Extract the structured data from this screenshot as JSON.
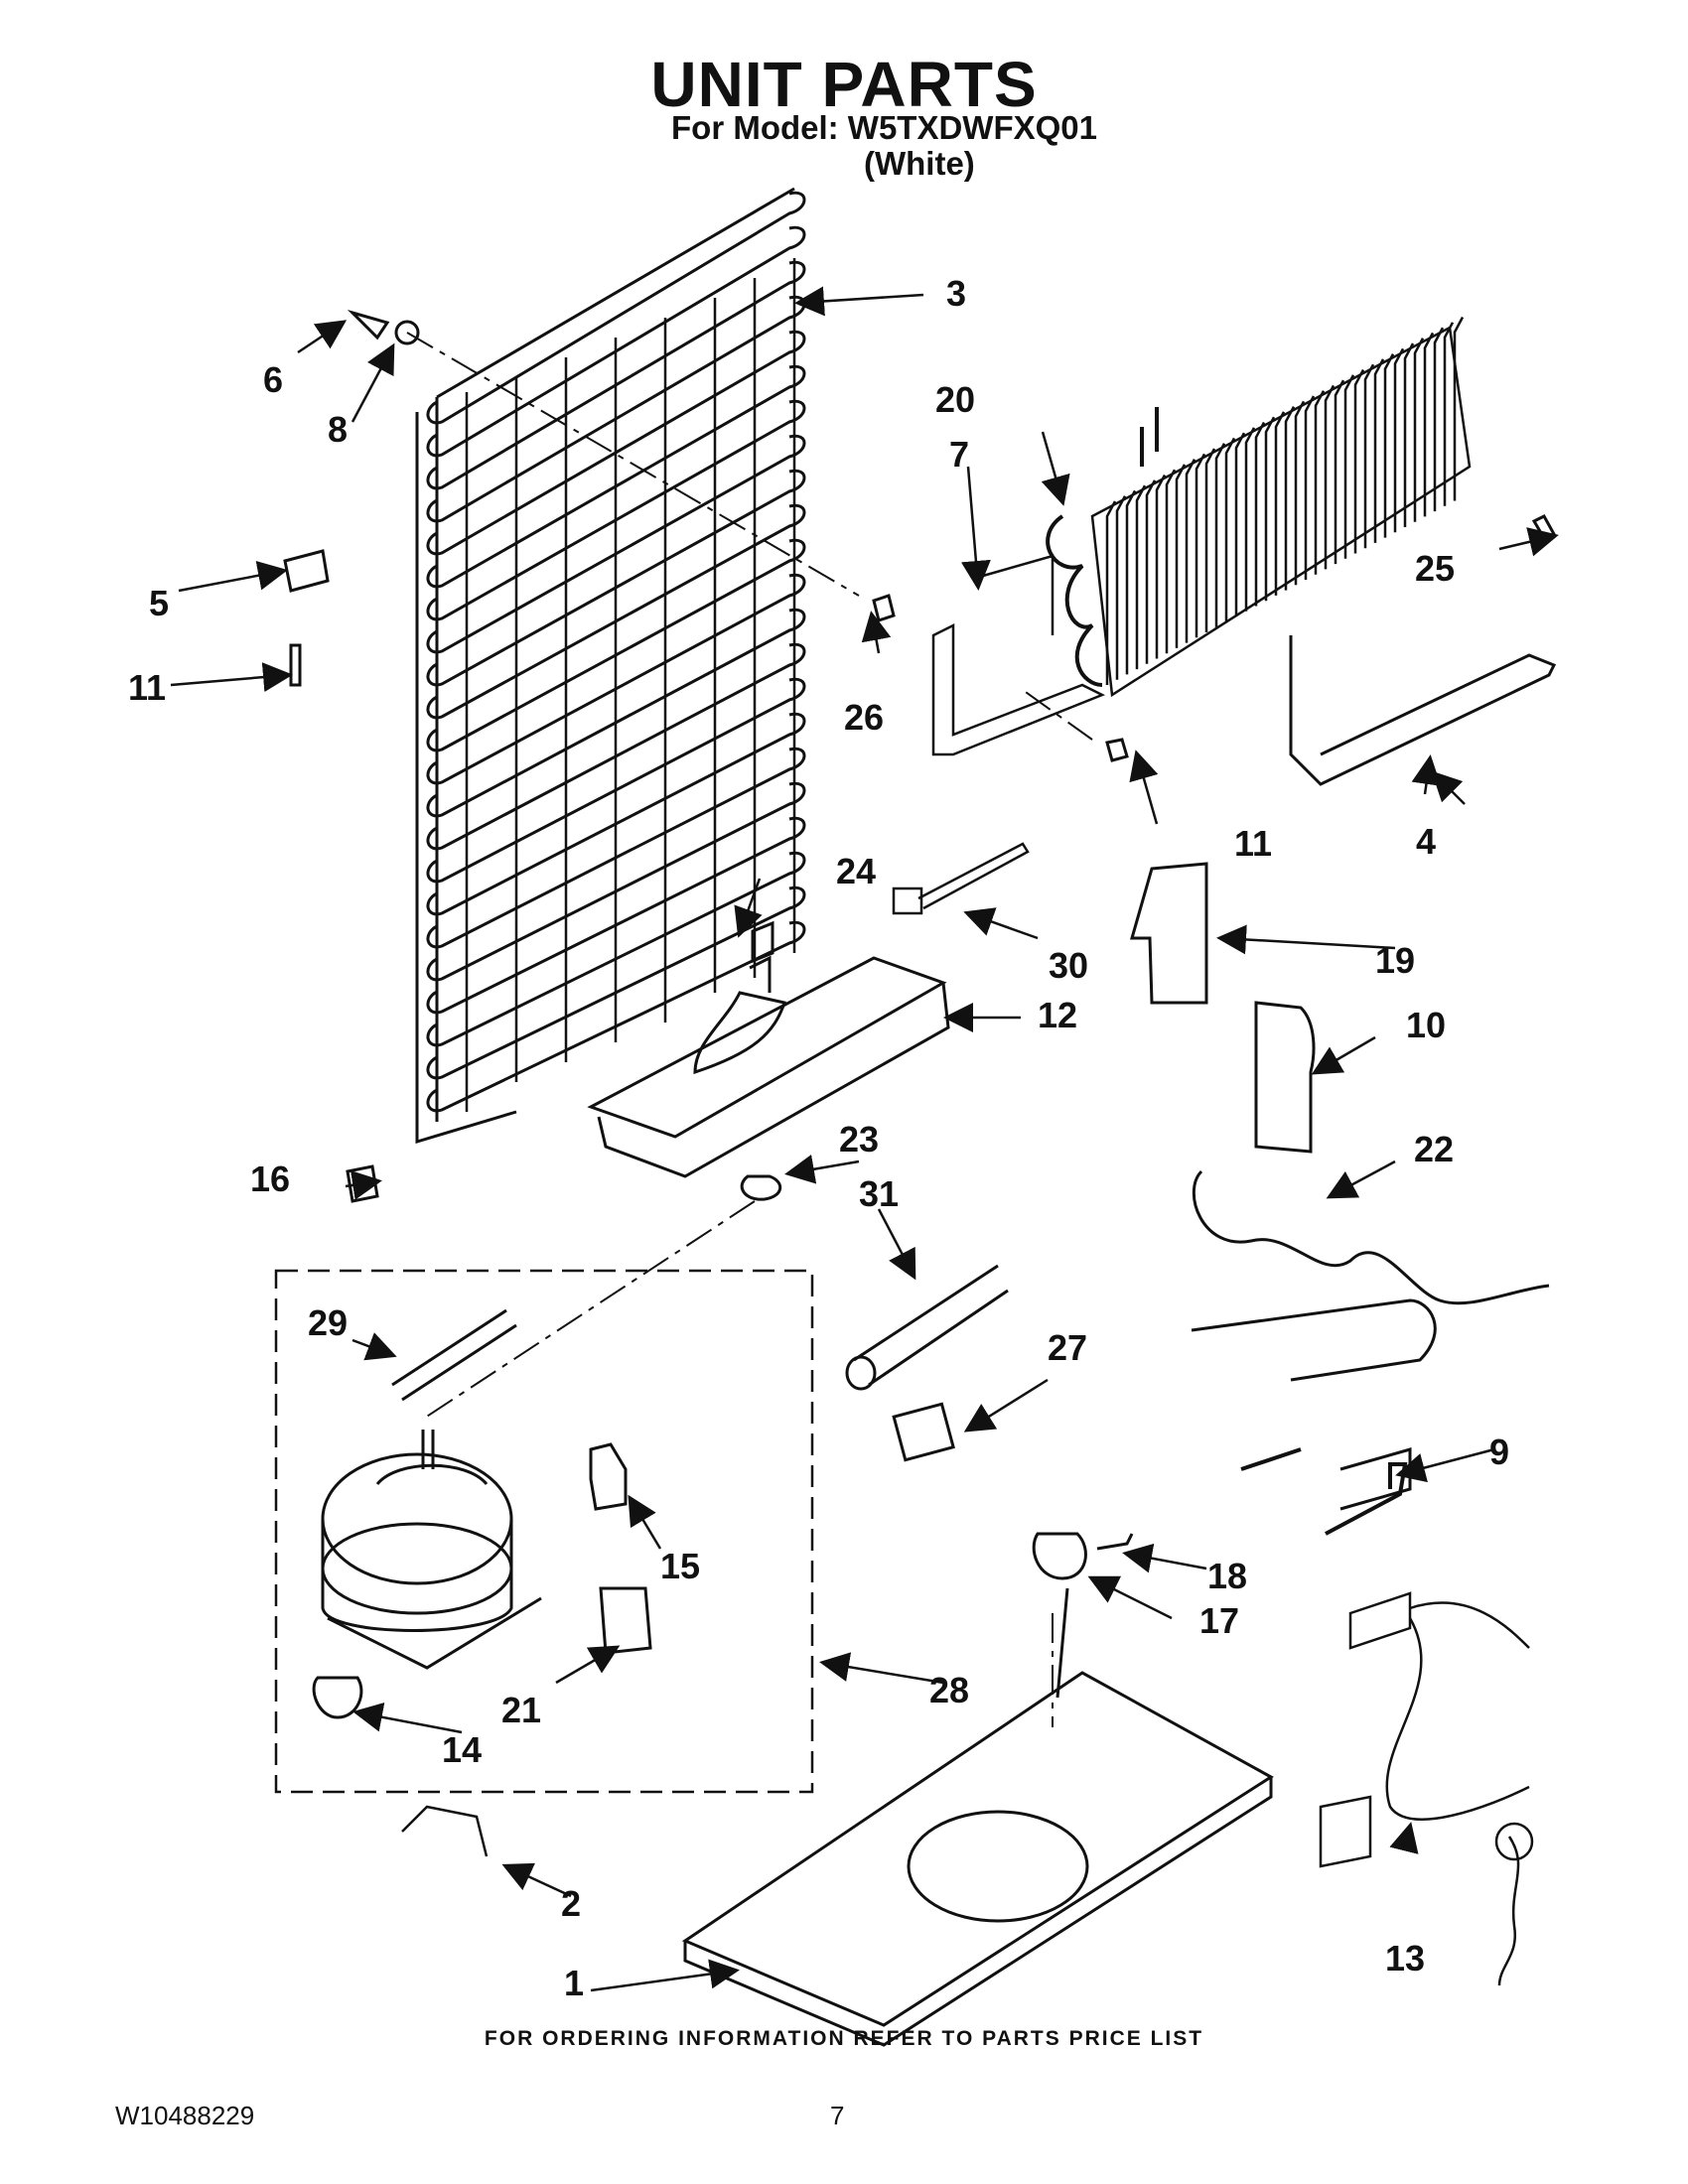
{
  "header": {
    "title": "UNIT PARTS",
    "model_line": "For Model: W5TXDWFXQ01",
    "color_line": "(White)"
  },
  "footer": {
    "ordering_note": "FOR ORDERING INFORMATION REFER TO PARTS PRICE LIST",
    "document_number": "W10488229",
    "page_number": "7"
  },
  "callouts": [
    "1",
    "2",
    "3",
    "4",
    "5",
    "6",
    "7",
    "8",
    "9",
    "10",
    "11",
    "11",
    "12",
    "13",
    "14",
    "15",
    "16",
    "17",
    "18",
    "19",
    "20",
    "21",
    "22",
    "23",
    "24",
    "25",
    "26",
    "27",
    "28",
    "29",
    "30",
    "31"
  ]
}
